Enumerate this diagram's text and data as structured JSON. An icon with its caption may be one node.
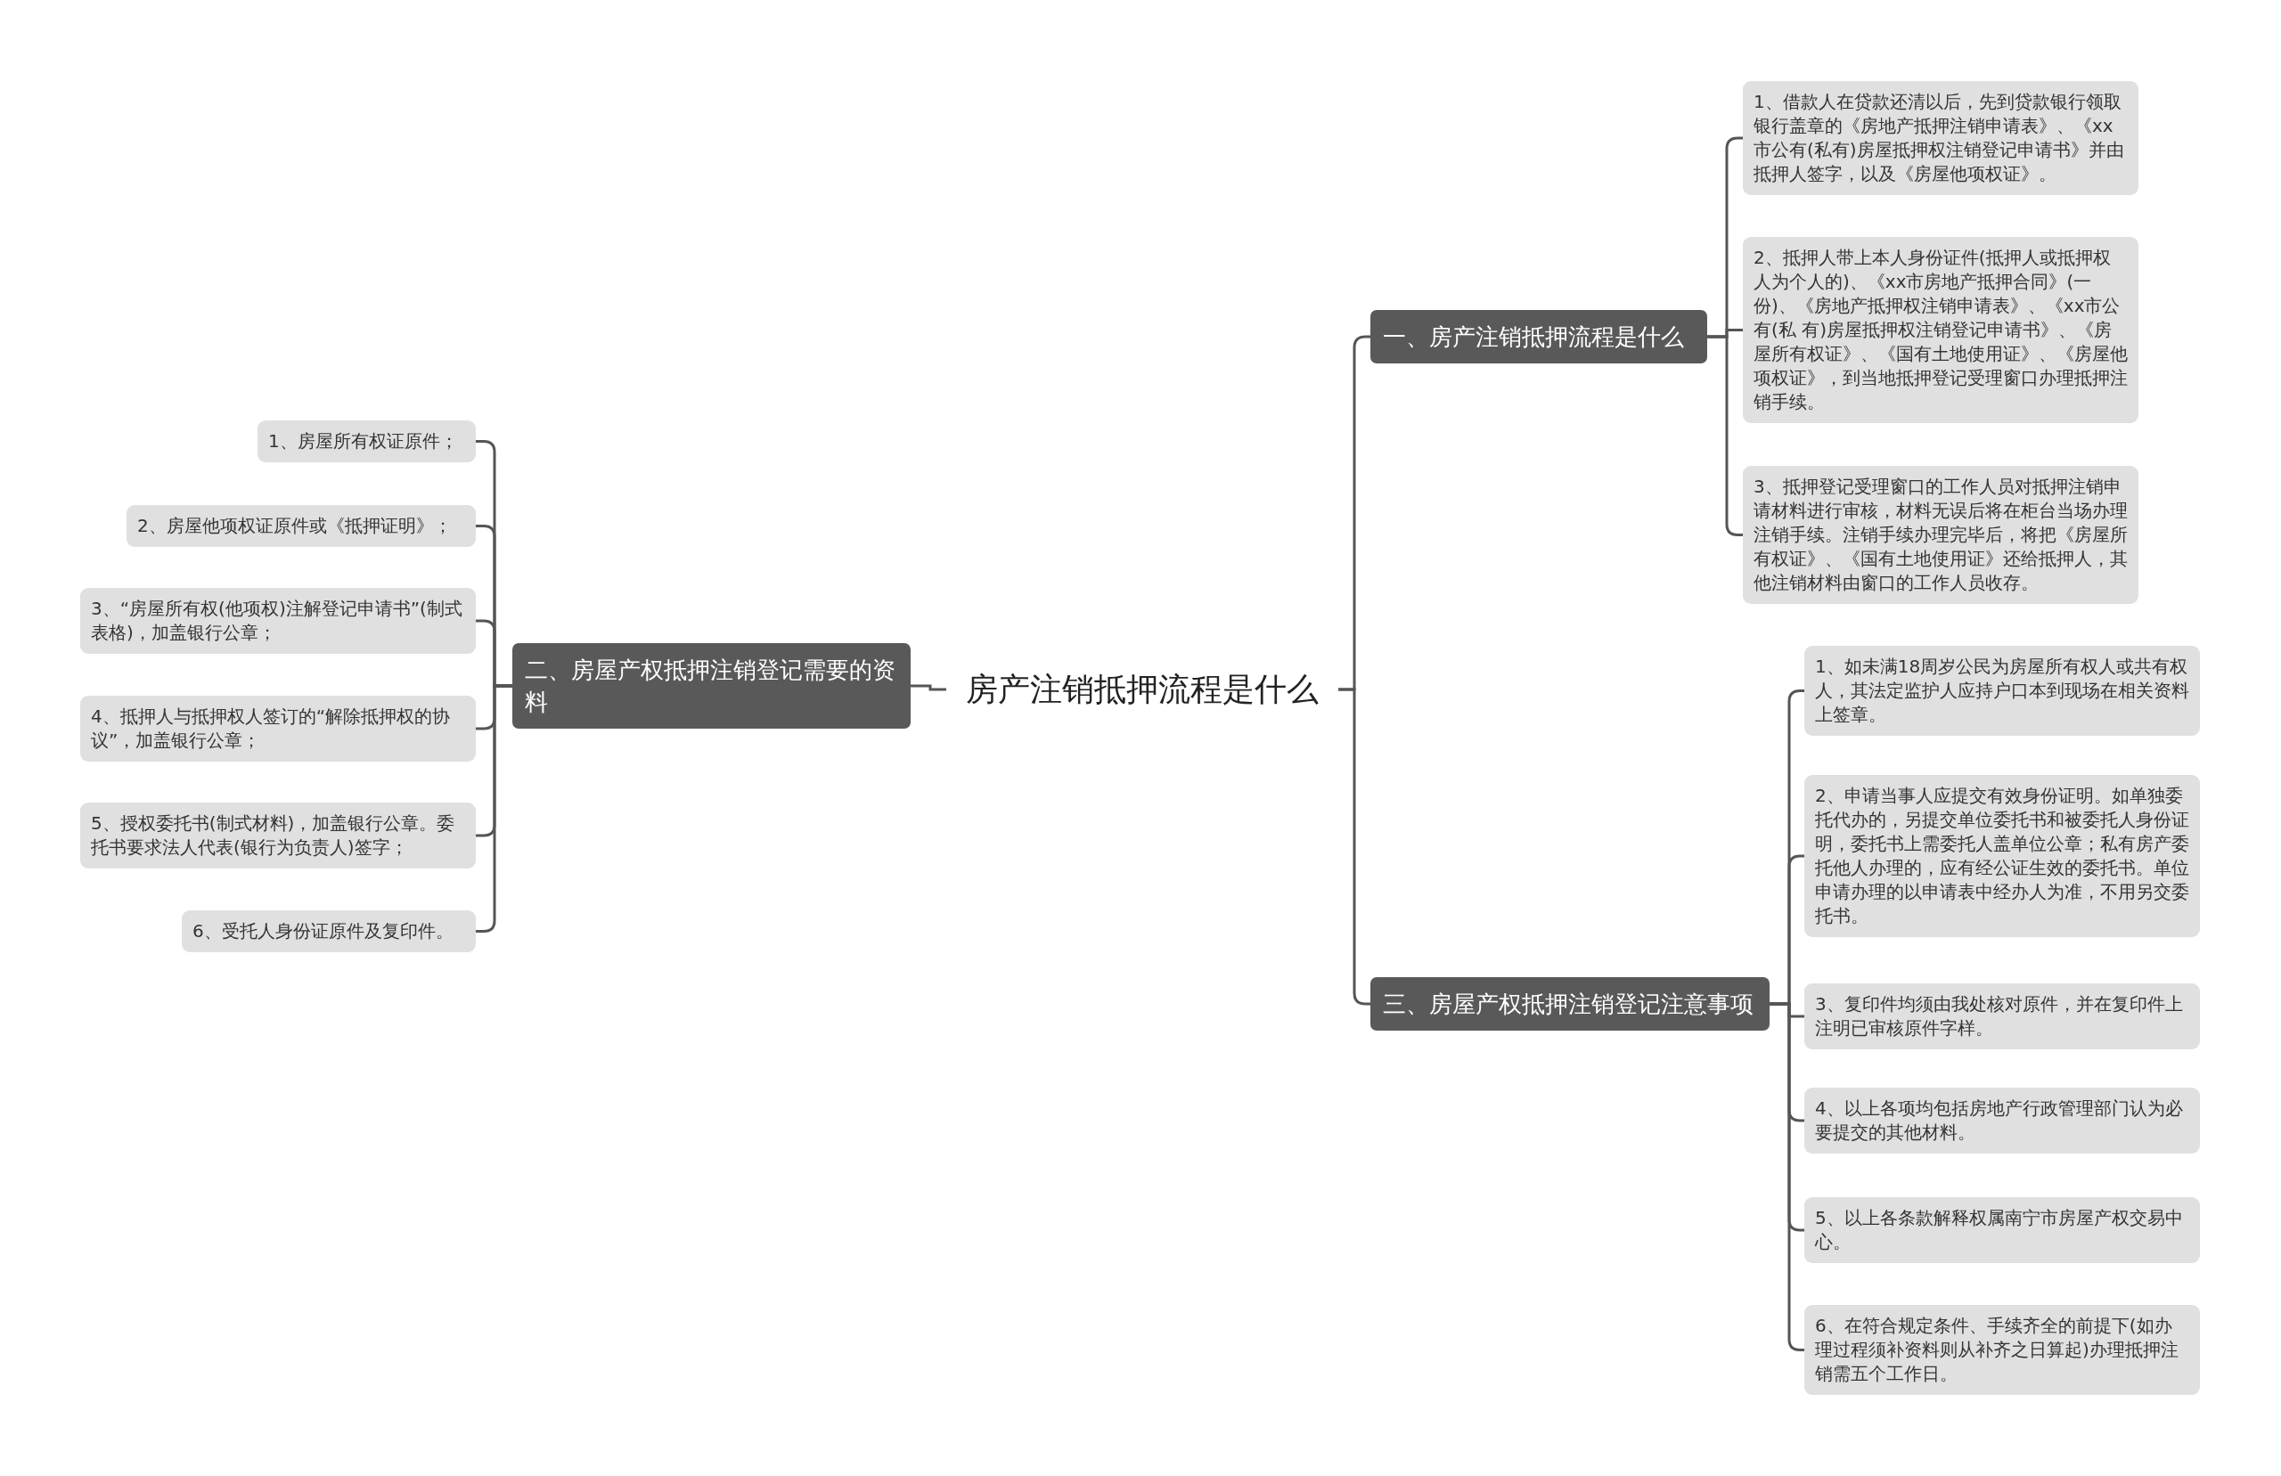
{
  "diagram": {
    "nodes": [
      {
        "text": [
          "房产注销抵押流程是什么"
        ]
      },
      {
        "text": [
          "一、房产注销抵押流程是什么"
        ]
      },
      {
        "text": [
          "1、借款人在贷款还清以后，先到贷款银行领取银行盖章的《房地产抵押注销申请表》、《xx市公有(私有)房屋抵押权注销登记申请书》并由抵押人签字，以及《房屋他项权证》。"
        ]
      },
      {
        "text": [
          "2、抵押人带上本人身份证件(抵押人或抵押权人为个人的)、《xx市房地产抵押合同》(一份)、《房地产抵押权注销申请表》、《xx市公有(私 有)房屋抵押权注销登记申请书》、《房屋所有权证》、《国有土地使用证》、《房屋他项权证》，到当地抵押登记受理窗口办理抵押注销手续。"
        ]
      },
      {
        "text": [
          "3、抵押登记受理窗口的工作人员对抵押注销申请材料进行审核，材料无误后将在柜台当场办理注销手续。注销手续办理完毕后，将把《房屋所有权证》、《国有土地使用证》还给抵押人，其他注销材料由窗口的工作人员收存。"
        ]
      },
      {
        "text": [
          "二、房屋产权抵押注销登记需要的资料"
        ]
      },
      {
        "text": [
          "1、房屋所有权证原件；"
        ]
      },
      {
        "text": [
          "2、房屋他项权证原件或《抵押证明》；"
        ]
      },
      {
        "text": [
          "3、“房屋所有权(他项权)注解登记申请书”(制式表格)，加盖银行公章；"
        ]
      },
      {
        "text": [
          "4、抵押人与抵押权人签订的“解除抵押权的协议”，加盖银行公章；"
        ]
      },
      {
        "text": [
          "5、授权委托书(制式材料)，加盖银行公章。委托书要求法人代表(银行为负责人)签字；"
        ]
      },
      {
        "text": [
          "6、受托人身份证原件及复印件。"
        ]
      },
      {
        "text": [
          "三、房屋产权抵押注销登记注意事项"
        ]
      },
      {
        "text": [
          "1、如未满18周岁公民为房屋所有权人或共有权人，其法定监护人应持户口本到现场在相关资料上签章。"
        ]
      },
      {
        "text": [
          "2、申请当事人应提交有效身份证明。如单独委托代办的，另提交单位委托书和被委托人身份证明，委托书上需委托人盖单位公章；私有房产委托他人办理的，应有经公证生效的委托书。单位申请办理的以申请表中经办人为准，不用另交委托书。"
        ]
      },
      {
        "text": [
          "3、复印件均须由我处核对原件，并在复印件上注明已审核原件字样。"
        ]
      },
      {
        "text": [
          "4、以上各项均包括房地产行政管理部门认为必要提交的其他材料。"
        ]
      },
      {
        "text": [
          "5、以上各条款解释权属南宁市房屋产权交易中心。"
        ]
      },
      {
        "text": [
          "6、在符合规定条件、手续齐全的前提下(如办理过程须补资料则从补齐之日算起)办理抵押注销需五个工作日。"
        ]
      }
    ],
    "edges": [
      {
        "from": 0,
        "to": 1,
        "arrow": "none"
      },
      {
        "from": 1,
        "to": 2,
        "arrow": "none"
      },
      {
        "from": 1,
        "to": 3,
        "arrow": "none"
      },
      {
        "from": 1,
        "to": 4,
        "arrow": "none"
      },
      {
        "from": 0,
        "to": 5,
        "arrow": "none"
      },
      {
        "from": 5,
        "to": 6,
        "arrow": "none"
      },
      {
        "from": 5,
        "to": 7,
        "arrow": "none"
      },
      {
        "from": 5,
        "to": 8,
        "arrow": "none"
      },
      {
        "from": 5,
        "to": 9,
        "arrow": "none"
      },
      {
        "from": 5,
        "to": 10,
        "arrow": "none"
      },
      {
        "from": 5,
        "to": 11,
        "arrow": "none"
      },
      {
        "from": 0,
        "to": 12,
        "arrow": "none"
      },
      {
        "from": 12,
        "to": 13,
        "arrow": "none"
      },
      {
        "from": 12,
        "to": 14,
        "arrow": "none"
      },
      {
        "from": 12,
        "to": 15,
        "arrow": "none"
      },
      {
        "from": 12,
        "to": 16,
        "arrow": "none"
      },
      {
        "from": 12,
        "to": 17,
        "arrow": "none"
      },
      {
        "from": 12,
        "to": 18,
        "arrow": "none"
      }
    ]
  }
}
